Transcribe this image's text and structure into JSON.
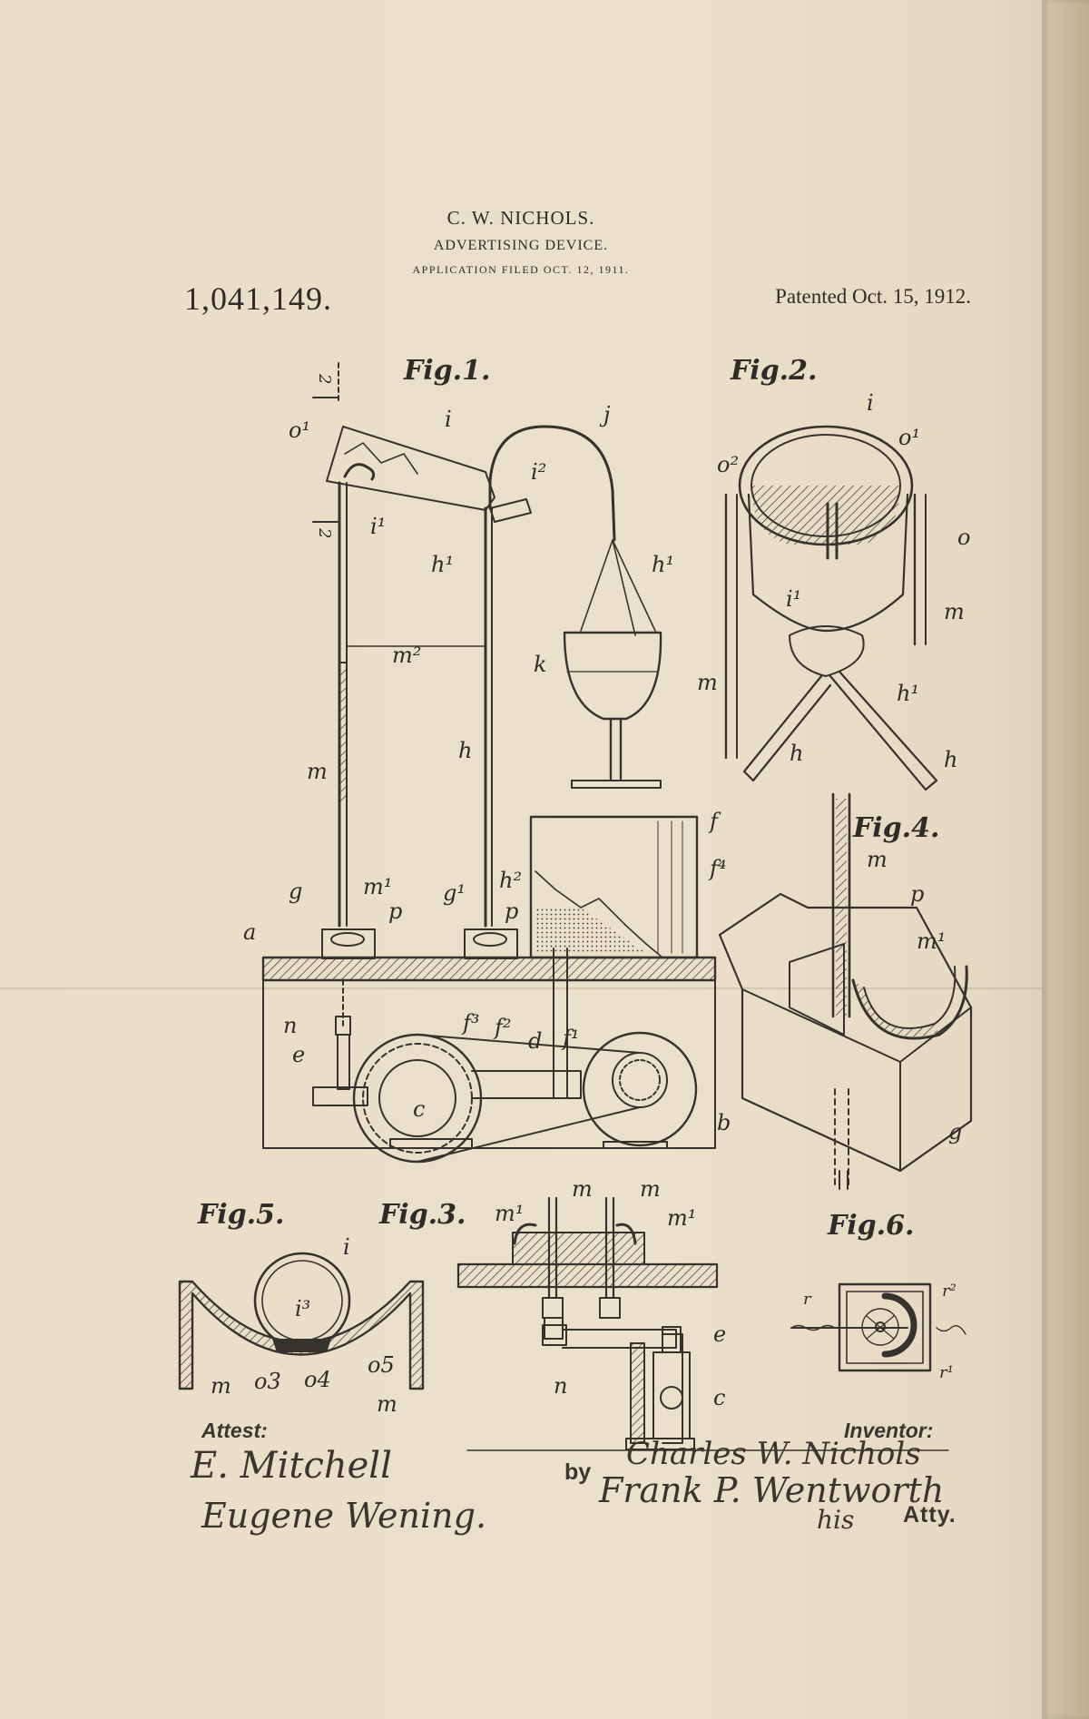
{
  "header": {
    "inventor_name": "C. W. NICHOLS.",
    "title": "ADVERTISING DEVICE.",
    "filed": "APPLICATION FILED OCT. 12, 1911.",
    "patent_number": "1,041,149.",
    "patented": "Patented Oct. 15, 1912."
  },
  "figures": {
    "fig1": "Fig.1.",
    "fig2": "Fig.2.",
    "fig3": "Fig.3.",
    "fig4": "Fig.4.",
    "fig5": "Fig.5.",
    "fig6": "Fig.6."
  },
  "labels": {
    "fig1": {
      "o1": "o¹",
      "i": "i",
      "j": "j",
      "i2": "i²",
      "i1": "i¹",
      "h1a": "h¹",
      "h1b": "h¹",
      "m2": "m²",
      "k": "k",
      "m": "m",
      "h": "h",
      "f": "f",
      "f4": "f⁴",
      "g": "g",
      "m1": "m¹",
      "p1": "p",
      "g1": "g¹",
      "h2": "h²",
      "p2": "p",
      "a": "a",
      "n": "n",
      "f3": "f³",
      "f2": "f²",
      "d": "d",
      "f1": "f¹",
      "e": "e",
      "c": "c",
      "b": "b",
      "sec1": "2",
      "sec2": "2"
    },
    "fig2": {
      "i": "i",
      "o2": "o²",
      "o1": "o¹",
      "o": "o",
      "m_right": "m",
      "i1": "i¹",
      "m_left": "m",
      "h1": "h¹",
      "h_left": "h",
      "h_right": "h"
    },
    "fig4": {
      "m": "m",
      "p": "p",
      "m1": "m¹",
      "g": "g"
    },
    "fig5": {
      "i": "i",
      "i3": "i³",
      "m_left": "m",
      "o3": "o3",
      "o4": "o4",
      "o5": "o5",
      "m_right": "m"
    },
    "fig3": {
      "m_a": "m",
      "m_b": "m",
      "m1_a": "m¹",
      "m1_b": "m¹",
      "e": "e",
      "n": "n",
      "c": "c"
    },
    "fig6": {
      "r": "r",
      "r2": "r²",
      "r1": "r¹"
    }
  },
  "footer": {
    "attest_label": "Attest:",
    "inventor_label": "Inventor:",
    "by": "by",
    "atty": "Atty.",
    "witness_1": "E. Mitchell",
    "witness_2": "Eugene Wening.",
    "inventor_signature": "Charles W. Nichols",
    "attorney_signature": "Frank P. Wentworth",
    "his": "his"
  }
}
